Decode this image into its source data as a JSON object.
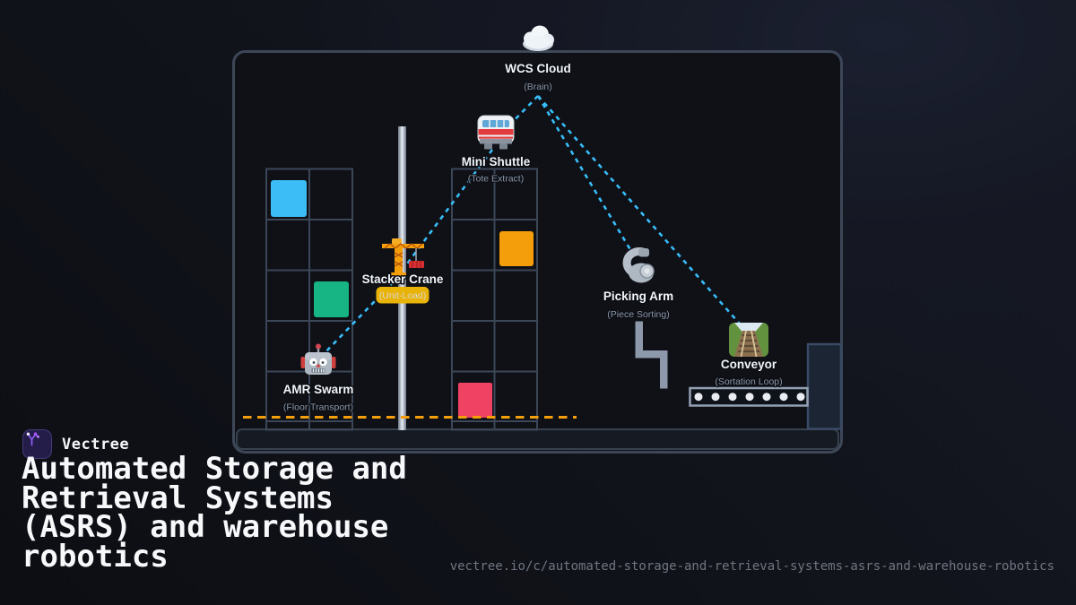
{
  "brand": {
    "name": "Vectree",
    "logo_icon": "vectree-logo-icon",
    "accent": "#a855f7"
  },
  "page_title": "Automated Storage and Retrieval Systems (ASRS) and warehouse robotics",
  "footer_url": "vectree.io/c/automated-storage-and-retrieval-systems-asrs-and-warehouse-robotics",
  "diagram": {
    "type": "architecture-illustration",
    "nodes": {
      "wcs_cloud": {
        "label": "WCS Cloud",
        "sublabel": "(Brain)",
        "icon": "cloud-icon"
      },
      "mini_shuttle": {
        "label": "Mini Shuttle",
        "sublabel": "(Tote Extract)",
        "icon": "monorail-icon"
      },
      "stacker_crane": {
        "label": "Stacker Crane",
        "sublabel": "(Unit-Load)",
        "icon": "tower-crane-icon",
        "sublabel_style": "yellow-badge"
      },
      "amr_swarm": {
        "label": "AMR Swarm",
        "sublabel": "(Floor Transport)",
        "icon": "robot-icon"
      },
      "picking_arm": {
        "label": "Picking Arm",
        "sublabel": "(Piece Sorting)",
        "icon": "mechanical-arm-icon"
      },
      "conveyor": {
        "label": "Conveyor",
        "sublabel": "(Sortation Loop)",
        "icon": "railway-track-icon"
      }
    },
    "edges": [
      {
        "from": "wcs_cloud",
        "to": "mini_shuttle",
        "style": "dashed"
      },
      {
        "from": "mini_shuttle",
        "to": "stacker_crane",
        "style": "dashed"
      },
      {
        "from": "stacker_crane",
        "to": "amr_swarm",
        "style": "dashed"
      },
      {
        "from": "wcs_cloud",
        "to": "picking_arm",
        "style": "dashed"
      },
      {
        "from": "wcs_cloud",
        "to": "conveyor",
        "style": "dashed"
      }
    ],
    "storage_bins": [
      {
        "rack": "left",
        "color_name": "blue"
      },
      {
        "rack": "left",
        "color_name": "green"
      },
      {
        "rack": "center",
        "color_name": "orange"
      },
      {
        "rack": "center",
        "color_name": "red"
      }
    ],
    "conveyor_rollers": 7,
    "colors": {
      "link": "#38bdf8",
      "floor_line": "#f59e0b",
      "badge_bg": "#eab308",
      "bin_blue": "#3cbdf6",
      "bin_green": "#17b583",
      "bin_orange": "#f59e0b",
      "bin_red": "#f04263"
    }
  }
}
